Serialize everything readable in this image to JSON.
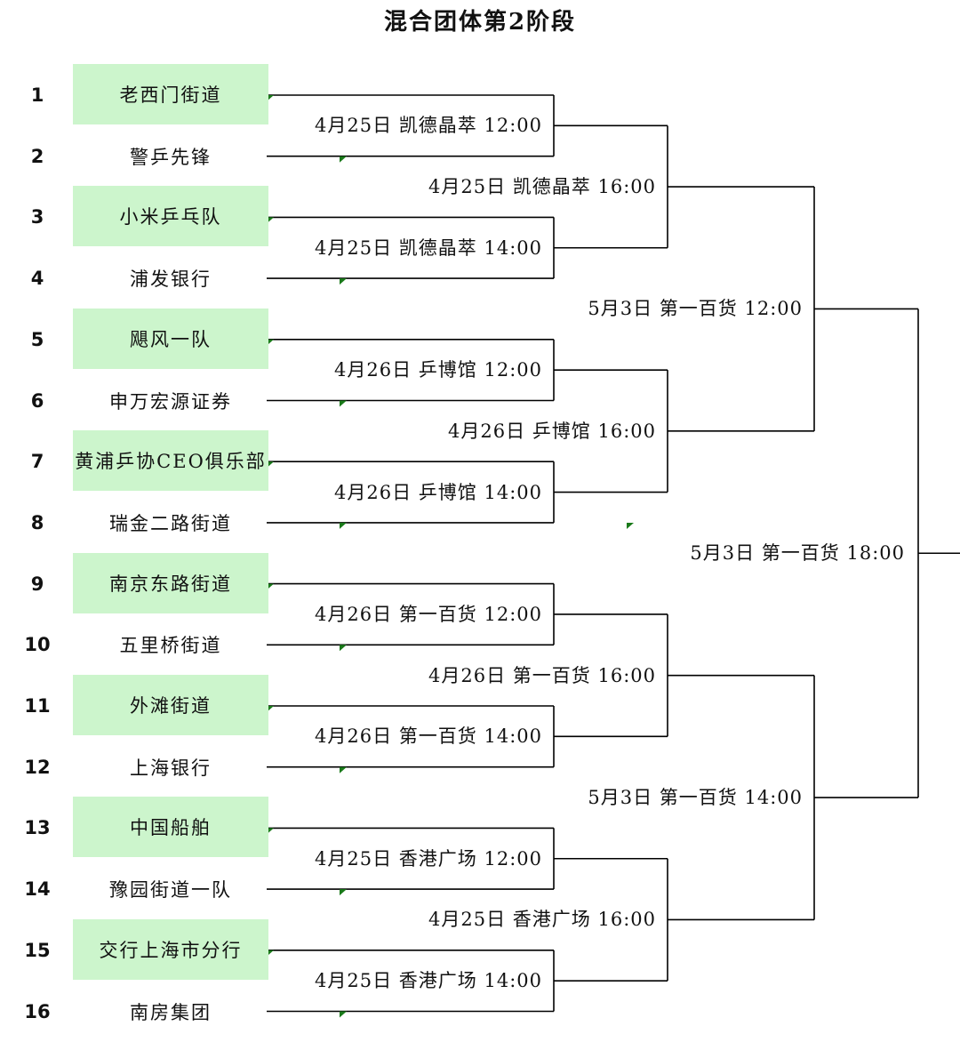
{
  "title": "混合团体第2阶段",
  "colors": {
    "highlight": "#ccf5cc",
    "line": "#000000",
    "marker": "#1a7a1a"
  },
  "teams": [
    {
      "seed": "1",
      "name": "老西门街道",
      "highlight": true
    },
    {
      "seed": "2",
      "name": "警乒先锋",
      "highlight": false
    },
    {
      "seed": "3",
      "name": "小米乒乓队",
      "highlight": true
    },
    {
      "seed": "4",
      "name": "浦发银行",
      "highlight": false
    },
    {
      "seed": "5",
      "name": "飓风一队",
      "highlight": true
    },
    {
      "seed": "6",
      "name": "申万宏源证券",
      "highlight": false
    },
    {
      "seed": "7",
      "name": "黄浦乒协CEO俱乐部",
      "highlight": true
    },
    {
      "seed": "8",
      "name": "瑞金二路街道",
      "highlight": false
    },
    {
      "seed": "9",
      "name": "南京东路街道",
      "highlight": true
    },
    {
      "seed": "10",
      "name": "五里桥街道",
      "highlight": false
    },
    {
      "seed": "11",
      "name": "外滩街道",
      "highlight": true
    },
    {
      "seed": "12",
      "name": "上海银行",
      "highlight": false
    },
    {
      "seed": "13",
      "name": "中国船舶",
      "highlight": true
    },
    {
      "seed": "14",
      "name": "豫园街道一队",
      "highlight": false
    },
    {
      "seed": "15",
      "name": "交行上海市分行",
      "highlight": true
    },
    {
      "seed": "16",
      "name": "南房集团",
      "highlight": false
    }
  ],
  "round1": [
    "4月25日  凯德晶萃  12:00",
    "4月25日  凯德晶萃  14:00",
    "4月26日  乒博馆  12:00",
    "4月26日  乒博馆  14:00",
    "4月26日  第一百货  12:00",
    "4月26日  第一百货  14:00",
    "4月25日  香港广场  12:00",
    "4月25日  香港广场  14:00"
  ],
  "round2": [
    "4月25日  凯德晶萃  16:00",
    "4月26日  乒博馆  16:00",
    "4月26日  第一百货  16:00",
    "4月25日  香港广场  16:00"
  ],
  "round3": [
    "5月3日  第一百货  12:00",
    "5月3日  第一百货  14:00"
  ],
  "final": [
    "5月3日  第一百货  18:00"
  ]
}
